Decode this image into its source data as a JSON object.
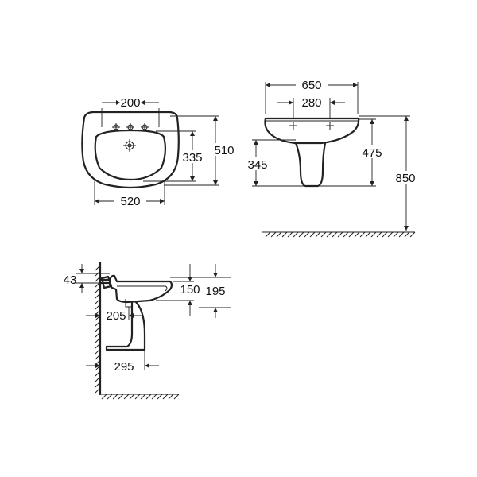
{
  "front_view": {
    "tap_spacing": "200",
    "overall_width": "520",
    "overall_height": "510",
    "bowl_depth": "335"
  },
  "side_view": {
    "overall_depth": "650",
    "tap_spacing": "280",
    "pedestal_height": "345",
    "rim_to_pedestal": "475",
    "floor_to_rim": "850"
  },
  "wall_view": {
    "back_rim": "43",
    "bowl_height": "150",
    "total_height": "195",
    "waste_offset": "205",
    "pedestal_projection": "295"
  }
}
